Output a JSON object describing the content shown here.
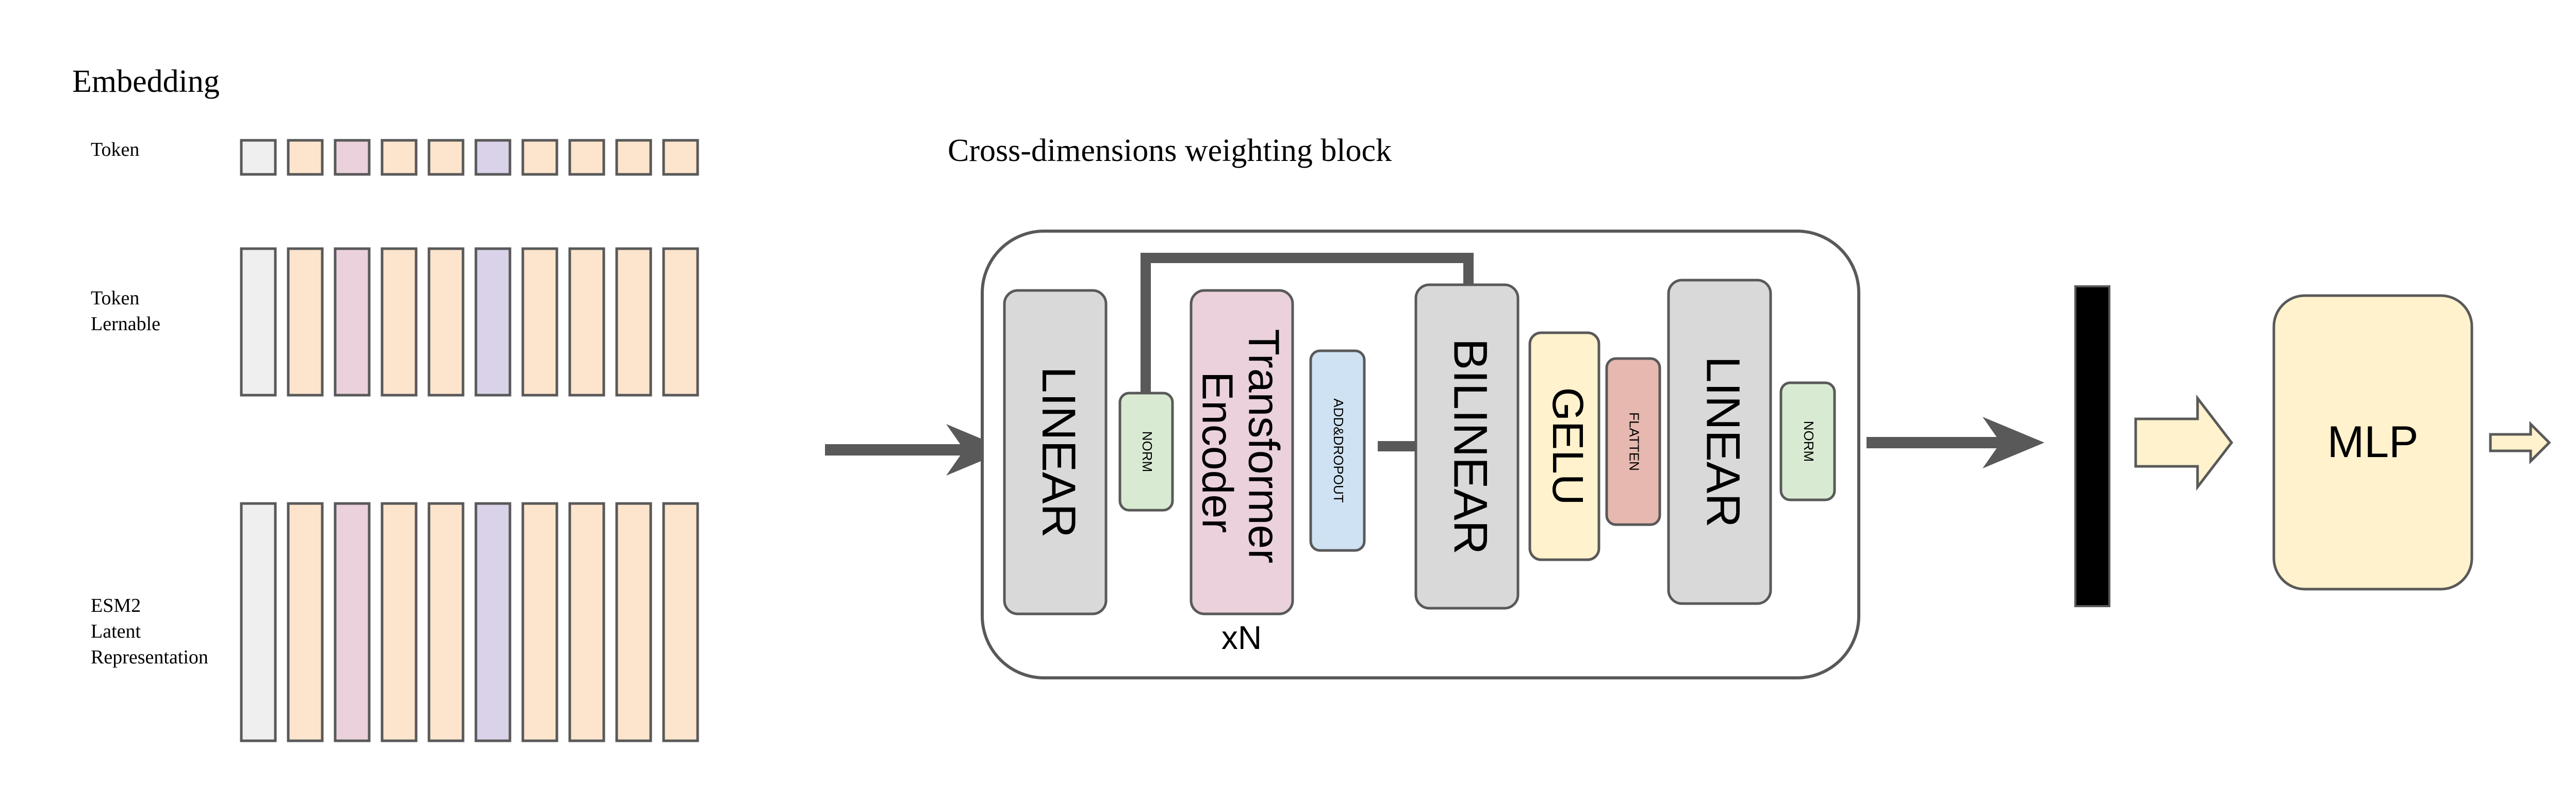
{
  "embedding": {
    "title": "Embedding",
    "rows": [
      {
        "label_lines": [
          "Token"
        ]
      },
      {
        "label_lines": [
          "Token",
          "Lernable"
        ]
      },
      {
        "label_lines": [
          "ESM2",
          "Latent",
          "Representation"
        ]
      }
    ],
    "cell_colors": [
      "#efefef",
      "#fde5cd",
      "#ead1dc",
      "#fde5cd",
      "#fde5cd",
      "#d9d2e9",
      "#fde5cd",
      "#fde5cd",
      "#fde5cd",
      "#fde5cd"
    ]
  },
  "block": {
    "title": "Cross-dimensions weighting block",
    "linear_1": "LINEAR",
    "norm_1": "NORM",
    "transformer_lines": [
      "Transformer",
      "Encoder"
    ],
    "repeat_label": "xN",
    "add_dropout": "ADD&DROPOUT",
    "bilinear": "BILINEAR",
    "gelu": "GELU",
    "flatten": "FLATTEN",
    "linear_2": "LINEAR",
    "norm_2": "NORM"
  },
  "mlp": {
    "label": "MLP"
  },
  "colors": {
    "gray_box": "#d9d9d9",
    "norm_green": "#d9ead3",
    "transformer_pink": "#ead1dc",
    "dropout_blue": "#cfe2f3",
    "gelu_yellow": "#fff2cc",
    "flatten_red": "#e6b8af",
    "mlp_yellow": "#fff2cc",
    "arrow_fill": "#fff2cc",
    "stroke": "#595959",
    "arrow_gray": "#595959",
    "feature_bar": "#000000"
  }
}
